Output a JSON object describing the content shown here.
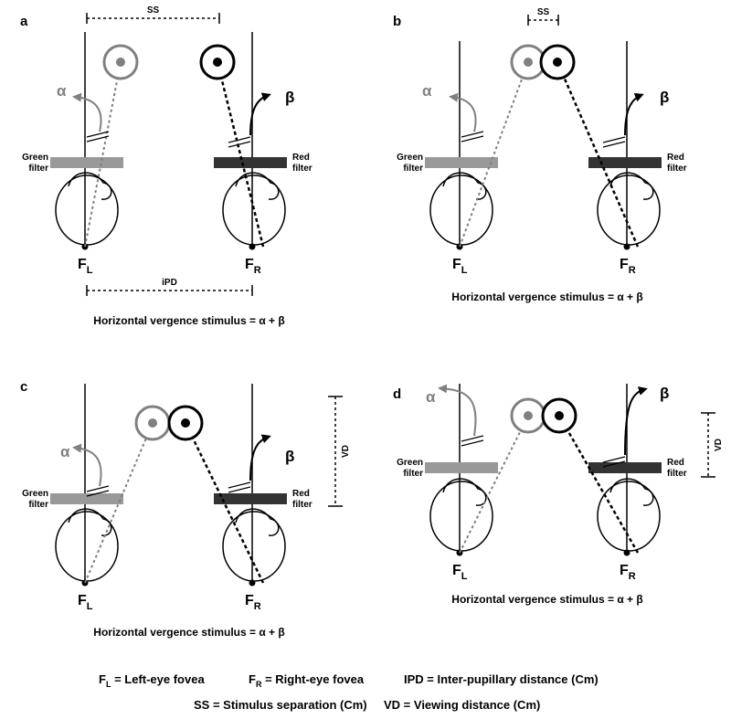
{
  "panels": [
    {
      "letter": "a",
      "alpha": "α",
      "beta": "β",
      "left_filter": [
        "Green",
        "filter"
      ],
      "right_filter": [
        "Red",
        "filter"
      ],
      "fovea_left": "F",
      "fovea_left_sub": "L",
      "fovea_right": "F",
      "fovea_right_sub": "R",
      "ss_label": "SS",
      "ipd_label": "iPD",
      "formula": "Horizontal vergence stimulus = α + β"
    },
    {
      "letter": "b",
      "alpha": "α",
      "beta": "β",
      "left_filter": [
        "Green",
        "filter"
      ],
      "right_filter": [
        "Red",
        "filter"
      ],
      "fovea_left": "F",
      "fovea_left_sub": "L",
      "fovea_right": "F",
      "fovea_right_sub": "R",
      "ss_label": "SS",
      "formula": "Horizontal vergence stimulus = α + β"
    },
    {
      "letter": "c",
      "alpha": "α",
      "beta": "β",
      "left_filter": [
        "Green",
        "filter"
      ],
      "right_filter": [
        "Red",
        "filter"
      ],
      "fovea_left": "F",
      "fovea_left_sub": "L",
      "fovea_right": "F",
      "fovea_right_sub": "R",
      "vd_label": "VD",
      "formula": "Horizontal vergence stimulus = α + β"
    },
    {
      "letter": "d",
      "alpha": "α",
      "beta": "β",
      "left_filter": [
        "Green",
        "filter"
      ],
      "right_filter": [
        "Red",
        "filter"
      ],
      "fovea_left": "F",
      "fovea_left_sub": "L",
      "fovea_right": "F",
      "fovea_right_sub": "R",
      "vd_label": "VD",
      "formula": "Horizontal vergence stimulus = α + β"
    }
  ],
  "legend": {
    "row1": [
      {
        "main": "F",
        "sub": "L",
        "rest": " = Left-eye fovea"
      },
      {
        "main": "F",
        "sub": "R",
        "rest": " = Right-eye fovea"
      },
      {
        "main": "IPD",
        "sub": "",
        "rest": " = Inter-pupillary distance (Cm)"
      }
    ],
    "row2": [
      {
        "main": "SS",
        "sub": "",
        "rest": " = Stimulus separation (Cm)"
      },
      {
        "main": "VD",
        "sub": "",
        "rest": " = Viewing distance (Cm)"
      }
    ]
  },
  "colors": {
    "left_target": "#808080",
    "right_target": "#000000",
    "green_filter": "#999999",
    "red_filter": "#333333",
    "ink": "#000000"
  }
}
